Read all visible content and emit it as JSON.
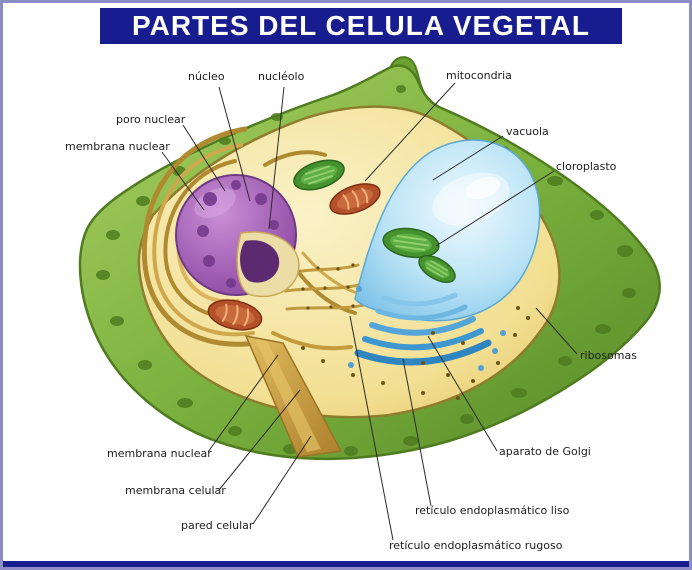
{
  "title": "PARTES DEL CELULA VEGETAL",
  "labels": {
    "nucleo": "núcleo",
    "nucleolo": "nucléolo",
    "mitocondria": "mitocondria",
    "poro_nuclear": "poro nuclear",
    "vacuola": "vacuola",
    "membrana_nuclear_top": "membrana nuclear",
    "cloroplasto": "cloroplasto",
    "ribosomas": "ribosomas",
    "membrana_nuclear_bottom": "membrana nuclear",
    "aparato_golgi": "aparato de Golgi",
    "membrana_celular": "membrana celular",
    "reticulo_liso": "retículo endoplasmático liso",
    "pared_celular": "pared celular",
    "reticulo_rugoso": "retículo endoplasmático rugoso"
  },
  "colors": {
    "title_background": "#171c8e",
    "title_text": "#ffffff",
    "frame_border": "#8d8dc6",
    "cell_wall_green": "#7cb23f",
    "cell_wall_dark_green": "#4e7c1f",
    "cytoplasm_yellow": "#f2df92",
    "vacuole_blue": "#9fd6f2",
    "nucleus_purple": "#9e5cb0",
    "nucleolus_purple": "#5b2a70",
    "golgi_blue": "#3f97d0",
    "mitochondria_red": "#b4512b",
    "chloroplast_green": "#45922f",
    "er_tan": "#b8923a",
    "leader_line": "#2b2b2b"
  }
}
